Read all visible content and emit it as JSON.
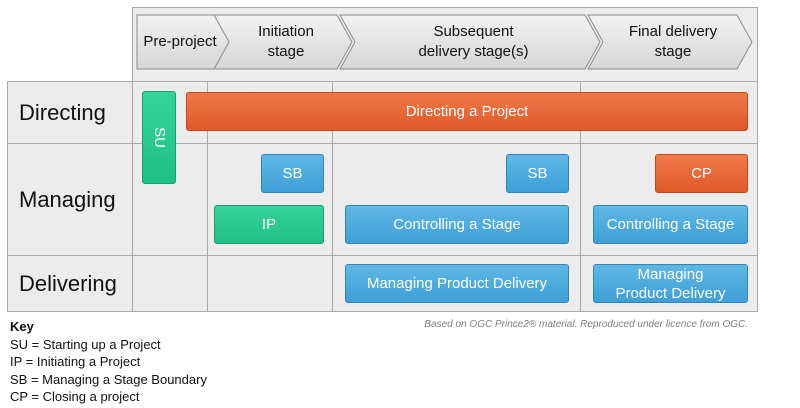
{
  "stages": [
    "Pre-project",
    "Initiation\nstage",
    "Subsequent\ndelivery stage(s)",
    "Final delivery\nstage"
  ],
  "rows": [
    "Directing",
    "Managing",
    "Delivering"
  ],
  "processes": {
    "directing": "Directing a Project",
    "su": "SU",
    "sb_initiation": "SB",
    "sb_subsequent": "SB",
    "cp": "CP",
    "ip": "IP",
    "controlling_subsequent": "Controlling a Stage",
    "controlling_final": "Controlling a Stage",
    "mpd_subsequent": "Managing Product Delivery",
    "mpd_final": "Managing\nProduct Delivery"
  },
  "key": {
    "title": "Key",
    "items": [
      "SU = Starting up a Project",
      "IP = Initiating a Project",
      "SB = Managing a Stage Boundary",
      "CP = Closing a project"
    ]
  },
  "credit": "Based on OGC Prince2® material. Reproduced under licence from OGC.",
  "colors": {
    "orange": "#e8683a",
    "blue": "#4aa8dc",
    "green": "#25c98d",
    "cell": "#ececec",
    "border": "#a9a9a9"
  }
}
